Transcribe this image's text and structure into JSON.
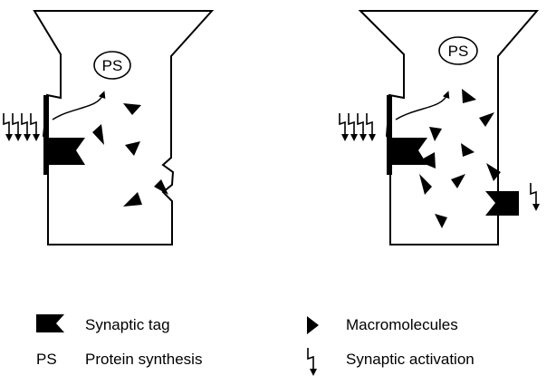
{
  "panels": [
    {
      "name": "left-neuron",
      "ps_label": "PS"
    },
    {
      "name": "right-neuron",
      "ps_label": "PS"
    }
  ],
  "legend": {
    "synaptic_tag": "Synaptic tag",
    "ps_abbrev": "PS",
    "protein_synthesis": "Protein synthesis",
    "macromolecules": "Macromolecules",
    "synaptic_activation": "Synaptic activation"
  },
  "icons": [
    "synaptic-tag-icon",
    "macromolecule-icon",
    "synaptic-activation-icon",
    "curved-arrow-icon"
  ]
}
